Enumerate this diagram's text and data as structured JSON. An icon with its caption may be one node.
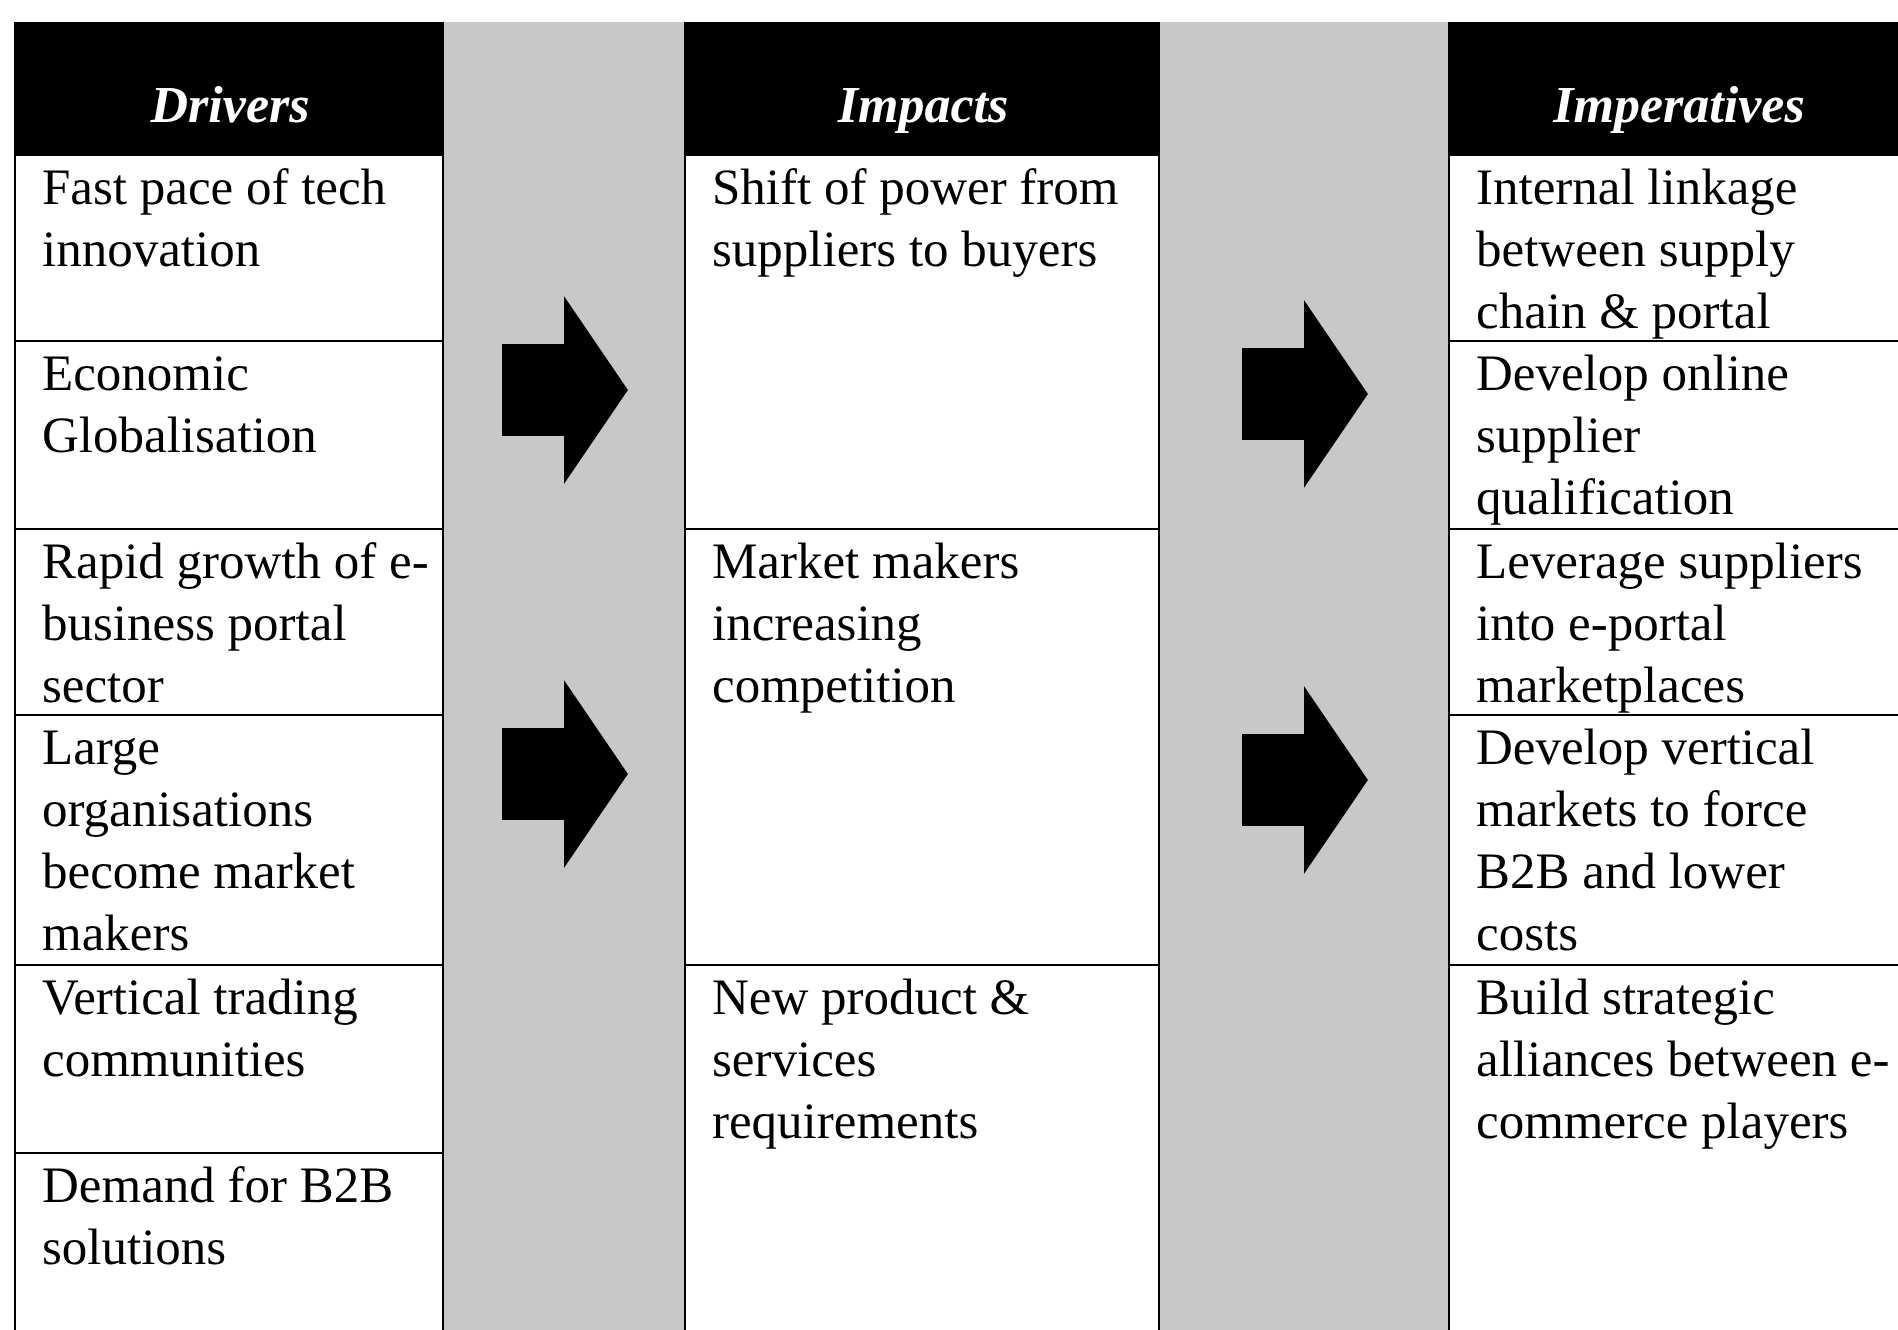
{
  "diagram": {
    "nodes": [
      {
        "text": [
          "Drivers"
        ]
      },
      {
        "text": [
          "Fast pace of tech innovation"
        ]
      },
      {
        "text": [
          "Economic Globalisation"
        ]
      },
      {
        "text": [
          "Rapid growth of e-business portal sector"
        ]
      },
      {
        "text": [
          "Large organisations become market makers"
        ]
      },
      {
        "text": [
          "Vertical trading communities"
        ]
      },
      {
        "text": [
          "Demand for B2B solutions"
        ]
      },
      {
        "text": [
          "Impacts"
        ]
      },
      {
        "text": [
          "Shift of power from suppliers to buyers"
        ]
      },
      {
        "text": [
          "Market makers increasing competition"
        ]
      },
      {
        "text": [
          "New product & services requirements"
        ]
      },
      {
        "text": [
          "Imperatives"
        ]
      },
      {
        "text": [
          "Internal linkage between supply chain & portal"
        ]
      },
      {
        "text": [
          "Develop online supplier qualification"
        ]
      },
      {
        "text": [
          "Leverage suppliers into e-portal marketplaces"
        ]
      },
      {
        "text": [
          "Develop vertical markets to force B2B and lower costs"
        ]
      },
      {
        "text": [
          "Build strategic alliances between e-commerce players"
        ]
      }
    ],
    "edges": [
      {
        "from": 2,
        "to": 8,
        "arrow": "to"
      },
      {
        "from": 4,
        "to": 9,
        "arrow": "to"
      },
      {
        "from": 8,
        "to": 13,
        "arrow": "to"
      },
      {
        "from": 9,
        "to": 15,
        "arrow": "to"
      }
    ]
  }
}
